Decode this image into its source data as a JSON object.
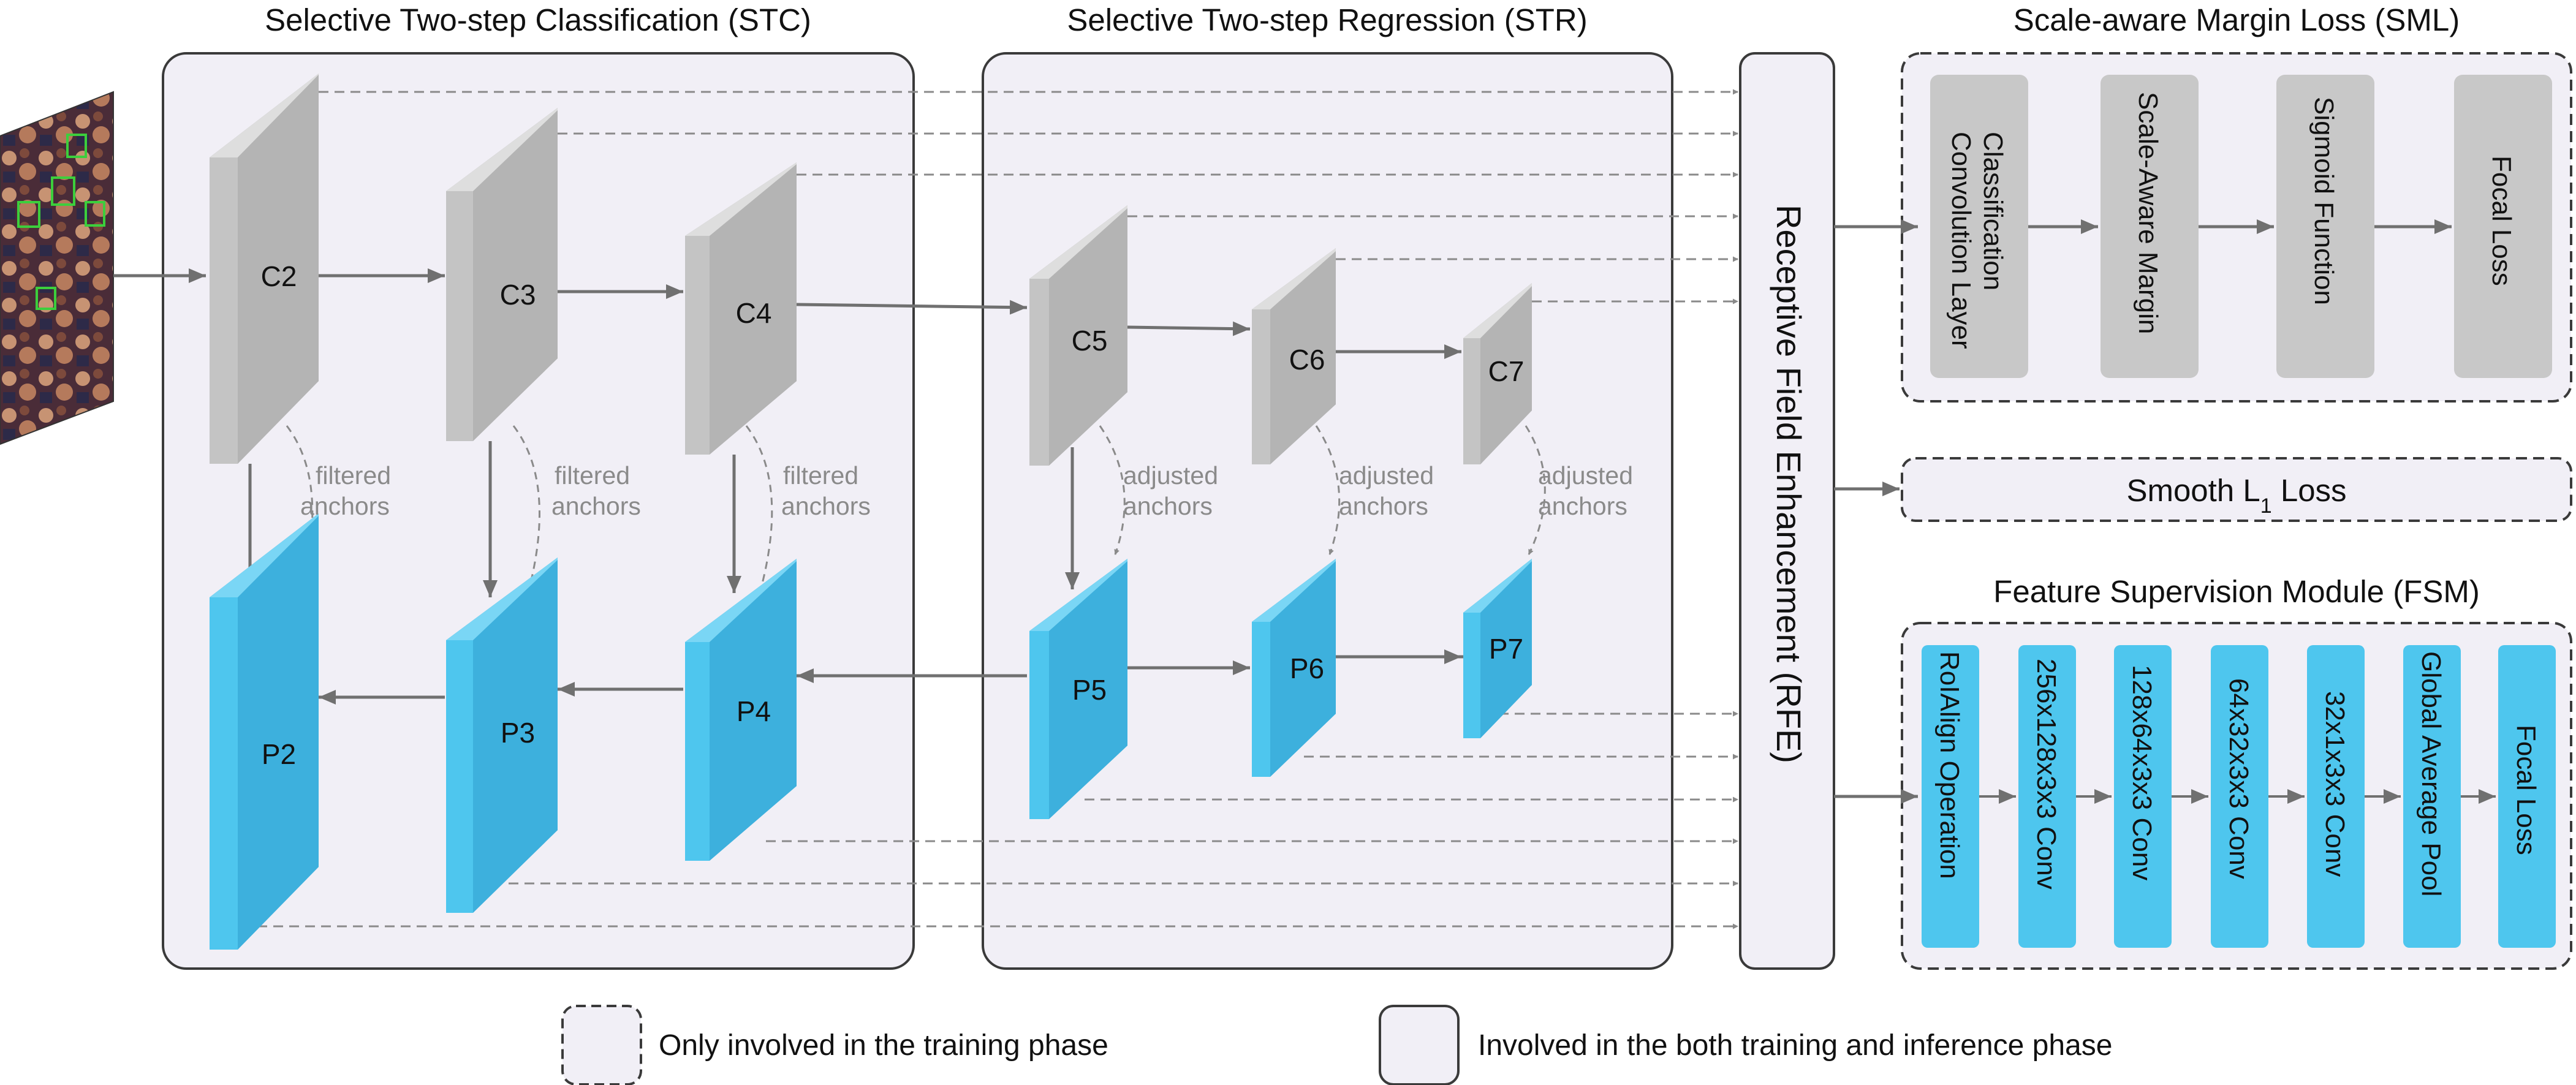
{
  "titles": {
    "stc": "Selective Two-step Classification (STC)",
    "str": "Selective Two-step Regression (STR)",
    "sml": "Scale-aware Margin Loss (SML)",
    "fsm": "Feature Supervision Module (FSM)"
  },
  "features": {
    "c": [
      "C2",
      "C3",
      "C4",
      "C5",
      "C6",
      "C7"
    ],
    "p": [
      "P2",
      "P3",
      "P4",
      "P5",
      "P6",
      "P7"
    ]
  },
  "anchor_labels": {
    "filtered": [
      "filtered",
      "anchors"
    ],
    "adjusted": [
      "adjusted",
      "anchors"
    ]
  },
  "rfe_label": "Receptive Field Enhancement (RFE)",
  "sml_steps": [
    [
      "Classification",
      "Convolution Layer"
    ],
    [
      "Scale-Aware Margin"
    ],
    [
      "Sigmoid Function"
    ],
    [
      "Focal Loss"
    ]
  ],
  "smooth_loss": {
    "prefix": "Smooth L",
    "subscript": "1",
    "suffix": " Loss"
  },
  "fsm_steps": [
    "RoIAlign Operation",
    "256x128x3x3 Conv",
    "128x64x3x3 Conv",
    "64x32x3x3 Conv",
    "32x1x3x3 Conv",
    "Global Average Pool",
    "Focal Loss"
  ],
  "legend": {
    "training_only": "Only involved in the training phase",
    "both": "Involved in the both training and inference phase"
  },
  "colors": {
    "gray_front": "#c4c4c4",
    "gray_side": "#a6a6a6",
    "gray_top": "#dedede",
    "blue_front": "#4ec6ee",
    "blue_side": "#35a0ce",
    "blue_top": "#7ad6f5",
    "panel_fill": "#f1eff6",
    "box_fill": "#c8c8c8",
    "arrow": "#707070",
    "dashed": "#8a8a8a"
  }
}
